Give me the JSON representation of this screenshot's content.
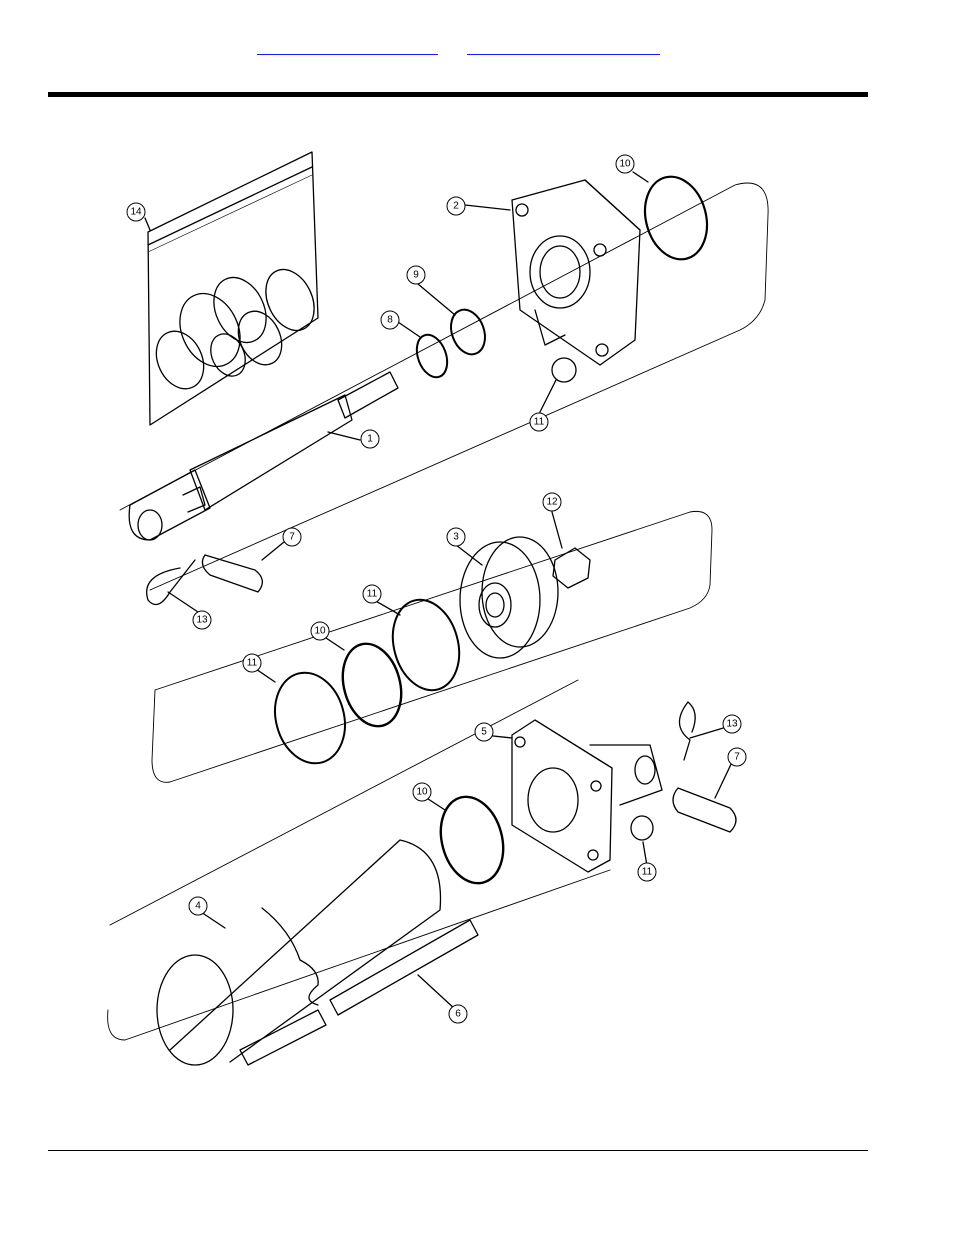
{
  "header": {
    "link_1": "",
    "link_2": ""
  },
  "figure": {
    "callouts": [
      {
        "id": "c14",
        "label": "14"
      },
      {
        "id": "c2",
        "label": "2"
      },
      {
        "id": "c10a",
        "label": "10"
      },
      {
        "id": "c9",
        "label": "9"
      },
      {
        "id": "c8",
        "label": "8"
      },
      {
        "id": "c11a",
        "label": "11"
      },
      {
        "id": "c1",
        "label": "1"
      },
      {
        "id": "c12",
        "label": "12"
      },
      {
        "id": "c7a",
        "label": "7"
      },
      {
        "id": "c3",
        "label": "3"
      },
      {
        "id": "c13a",
        "label": "13"
      },
      {
        "id": "c11b",
        "label": "11"
      },
      {
        "id": "c10b",
        "label": "10"
      },
      {
        "id": "c11c",
        "label": "11"
      },
      {
        "id": "c5",
        "label": "5"
      },
      {
        "id": "c13b",
        "label": "13"
      },
      {
        "id": "c7b",
        "label": "7"
      },
      {
        "id": "c10c",
        "label": "10"
      },
      {
        "id": "c11d",
        "label": "11"
      },
      {
        "id": "c4",
        "label": "4"
      },
      {
        "id": "c6",
        "label": "6"
      }
    ]
  }
}
